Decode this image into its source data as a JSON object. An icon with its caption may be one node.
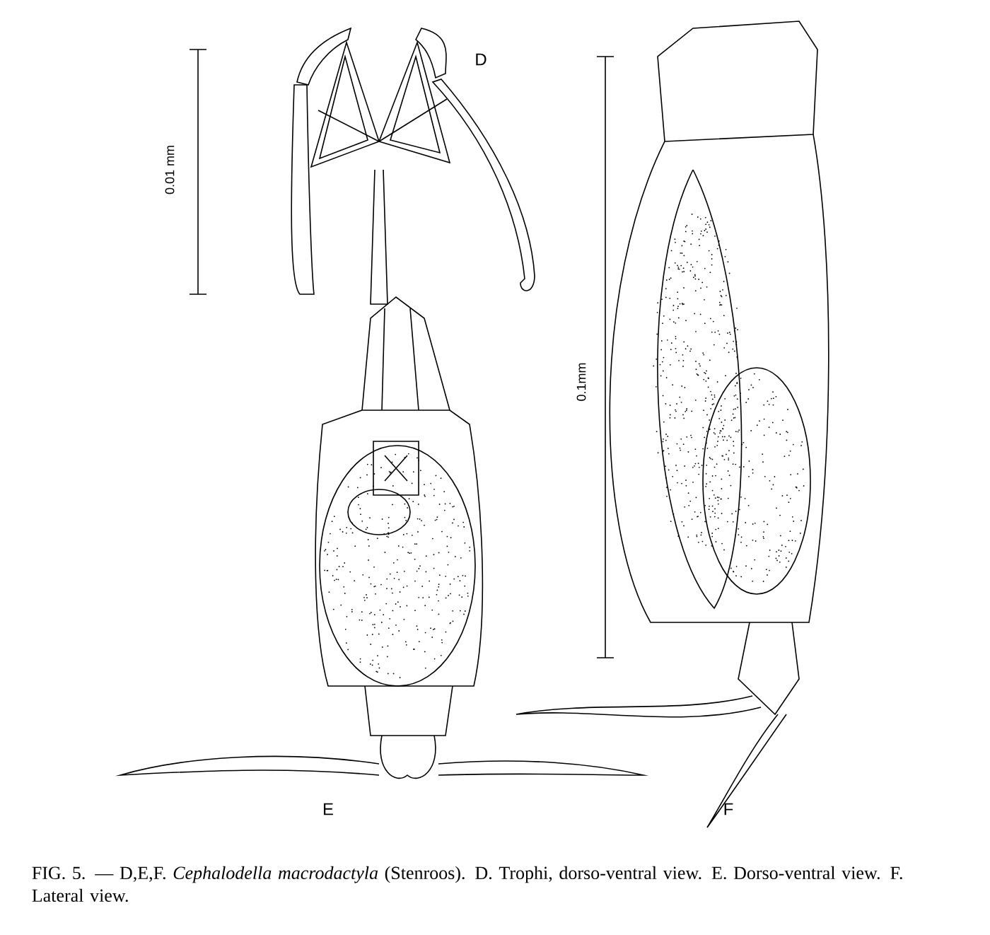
{
  "diagram": {
    "caption": "FIG. 5. — D,E,F. *Cephalodella macrodactyla* (Stenroos). D. Trophi, dorso-ventral view. E. Dorso-ventral view. F. Lateral view.",
    "labels": [
      "0.01 mm",
      "D",
      "0.1mm",
      "E",
      "F"
    ]
  }
}
